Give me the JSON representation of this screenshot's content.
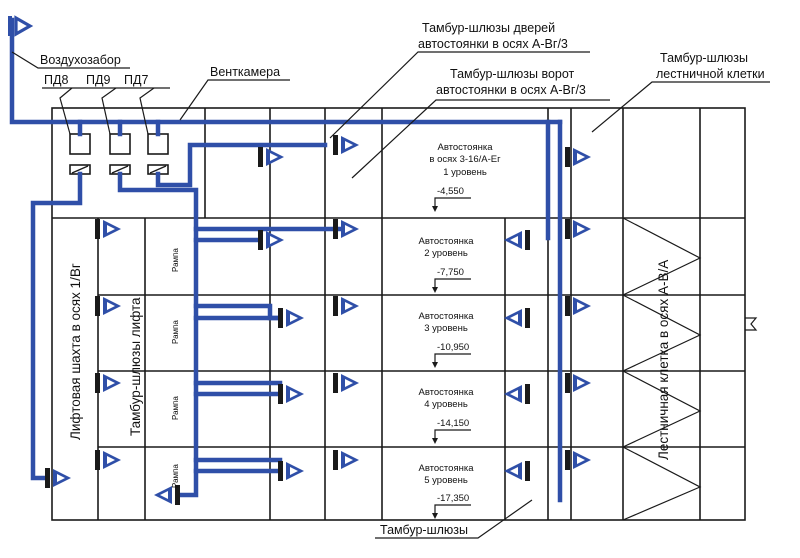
{
  "labels": {
    "air_intake": "Воздухозабор",
    "pd8": "ПД8",
    "pd9": "ПД9",
    "pd7": "ПД7",
    "vent_chamber": "Венткамера",
    "doors_lock_1": "Тамбур-шлюзы дверей",
    "doors_lock_2": "автостоянки в осях А-Вг/3",
    "gates_lock_1": "Тамбур-шлюзы ворот",
    "gates_lock_2": "автостоянки в осях А-Вг/3",
    "stair_lock_1": "Тамбур-шлюзы",
    "stair_lock_2": "лестничной клетки",
    "lift_shaft": "Лифтовая шахта в осях 1/Вг",
    "lift_lock": "Тамбур-шлюзы лифта",
    "stairwell": "Лестничная клетка в осях А-В/А",
    "bottom_locks": "Тамбур-шлюзы",
    "ramp": "Рампа"
  },
  "parking": [
    {
      "title": "Автостоянка",
      "sub": "в осях 3-16/А-Ег",
      "level": "1 уровень",
      "elev": "-4,550"
    },
    {
      "title": "Автостоянка",
      "sub": "",
      "level": "2 уровень",
      "elev": "-7,750"
    },
    {
      "title": "Автостоянка",
      "sub": "",
      "level": "3 уровень",
      "elev": "-10,950"
    },
    {
      "title": "Автостоянка",
      "sub": "",
      "level": "4 уровень",
      "elev": "-14,150"
    },
    {
      "title": "Автостоянка",
      "sub": "",
      "level": "5 уровень",
      "elev": "-17,350"
    }
  ],
  "colors": {
    "duct": "#2f4fa8",
    "line": "#1a1a1a"
  }
}
